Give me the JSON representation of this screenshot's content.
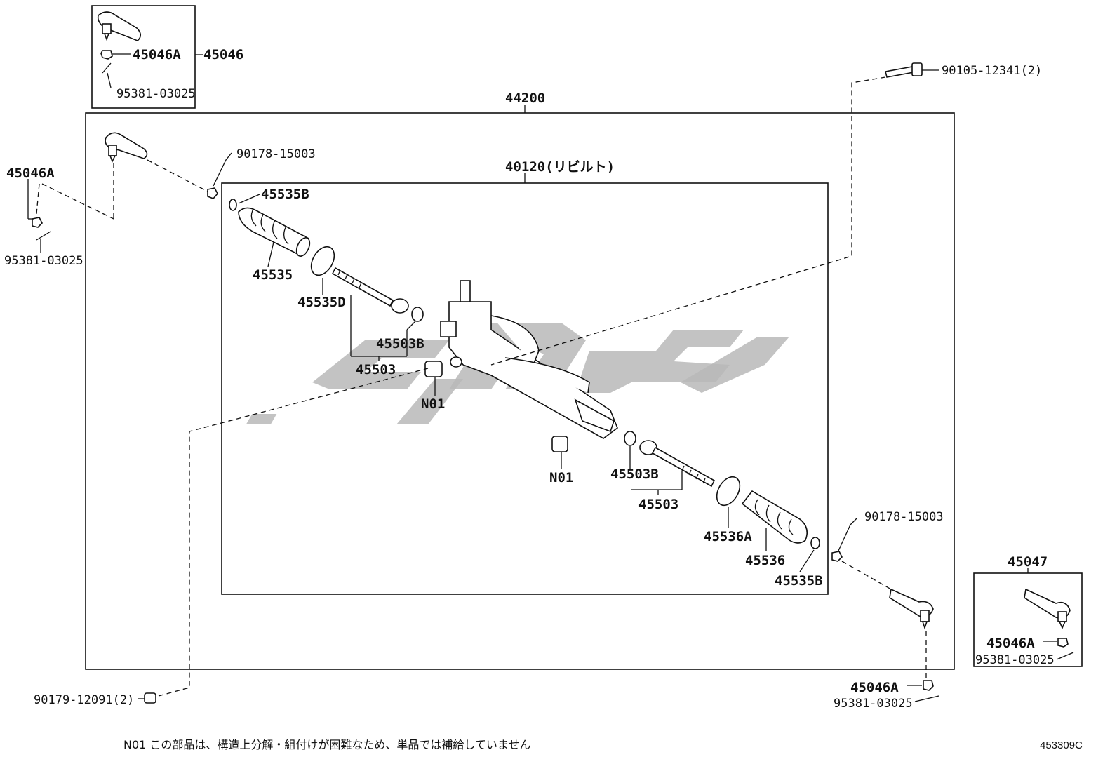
{
  "labels": {
    "assy": "44200",
    "rebuilt": "40120(リビルト)",
    "kit_top": "45046",
    "te_nut": "45046A",
    "cotter": "95381-03025",
    "bolt": "90105-12341(2)",
    "nut_l": "90178-15003",
    "boot_clip": "45535B",
    "boot_l": "45535",
    "clamp_l": "45535D",
    "rod_washer": "45503B",
    "rod": "45503",
    "n01": "N01",
    "nut_r": "90178-15003",
    "clamp_r": "45536A",
    "boot_r": "45536",
    "kit_right": "45047",
    "bottom_bolt": "90179-12091(2)"
  },
  "footnote": "N01 この部品は、構造上分解・組付けが困難なため、単品では補給していません",
  "diagram_code": "453309C"
}
